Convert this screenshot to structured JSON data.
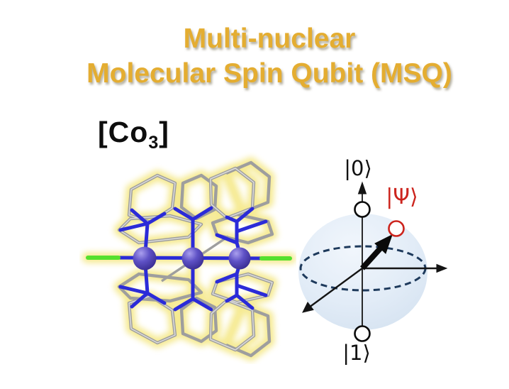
{
  "title": {
    "line1": "Multi-nuclear",
    "line2": "Molecular Spin Qubit (MSQ)"
  },
  "formula": {
    "pre": "[Co",
    "sub": "3",
    "post": "]"
  },
  "bloch": {
    "ket0": "|0⟩",
    "ket1": "|1⟩",
    "psi": "|Ψ⟩"
  },
  "colors": {
    "title_gold": "#e4ad31",
    "text_black": "#0d0d0d",
    "molecule_glow_yellow": "#f5e98c",
    "metal_purple": "#5a4dc0",
    "bond_blue": "#2b2bd8",
    "ligand_gray": "#a2a2a2",
    "terminal_green": "#55e02e",
    "bloch_sphere_blue": "#dde9f5",
    "equator_navy": "#1e3a5c",
    "state_red": "#cc241d"
  }
}
